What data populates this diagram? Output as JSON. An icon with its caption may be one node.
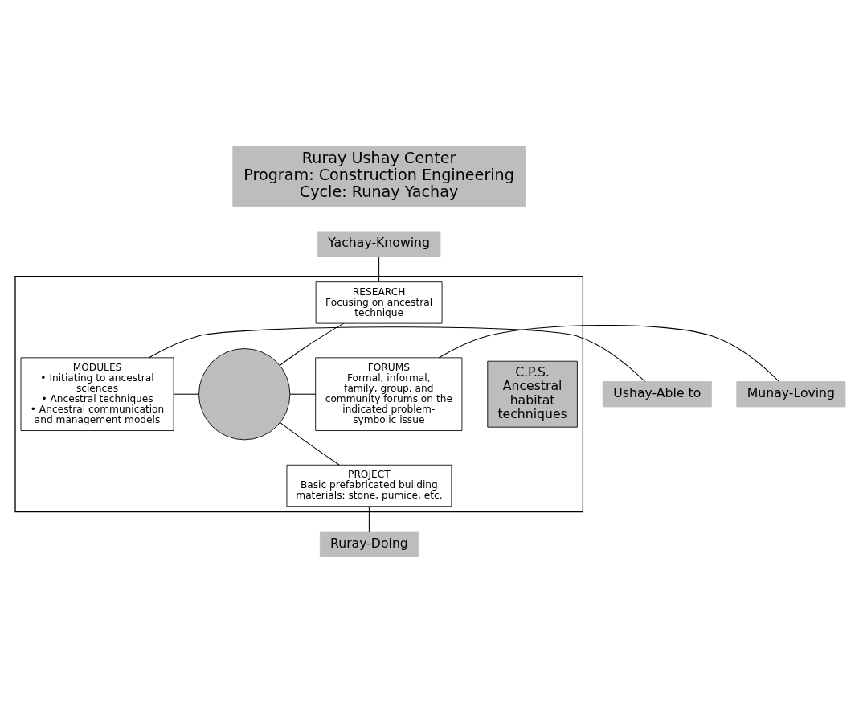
{
  "diagram": {
    "nodes": [
      {
        "text": [
          "Ruray Ushay Center",
          "Program: Construction Engineering",
          "Cycle: Runay Yachay"
        ]
      },
      {
        "text": [],
        "shape": "box"
      },
      {
        "text": [
          "Yachay-Knowing"
        ]
      },
      {
        "text": [
          "RESEARCH",
          "Focusing on ancestral technique"
        ],
        "in": 1
      },
      {
        "text": [
          "Ushay-Able to"
        ]
      },
      {
        "text": [
          "MODULES",
          "• Initiating to ancestral sciences",
          "• Ancestral techniques",
          "• Ancestral communication and management models"
        ],
        "in": 1
      },
      {
        "text": [],
        "shape": "circle",
        "in": 1
      },
      {
        "text": [
          "C.P.S. Ancestral habitat techniques"
        ],
        "in": 1
      },
      {
        "text": [
          "FORUMS",
          "Formal, informal, family, group, and community forums on the indicated problem-symbolic issue"
        ],
        "in": 1
      },
      {
        "text": [
          "Munay-Loving"
        ]
      },
      {
        "text": [
          "PROJECT",
          "Basic prefabricated building materials: stone, pumice, etc."
        ],
        "in": 1
      },
      {
        "text": [
          "Ruray-Doing"
        ]
      }
    ],
    "edges": [
      {
        "from": 2,
        "to": 3,
        "arrow": "none"
      },
      {
        "from": 3,
        "to": 6,
        "arrow": "none"
      },
      {
        "from": 4,
        "to": 5,
        "arrow": "none"
      },
      {
        "from": 5,
        "to": 6,
        "arrow": "none"
      },
      {
        "from": 6,
        "to": 8,
        "arrow": "none"
      },
      {
        "from": 8,
        "to": 9,
        "arrow": "none"
      },
      {
        "from": 6,
        "to": 10,
        "arrow": "none"
      },
      {
        "from": 10,
        "to": 11,
        "arrow": "none"
      }
    ]
  }
}
